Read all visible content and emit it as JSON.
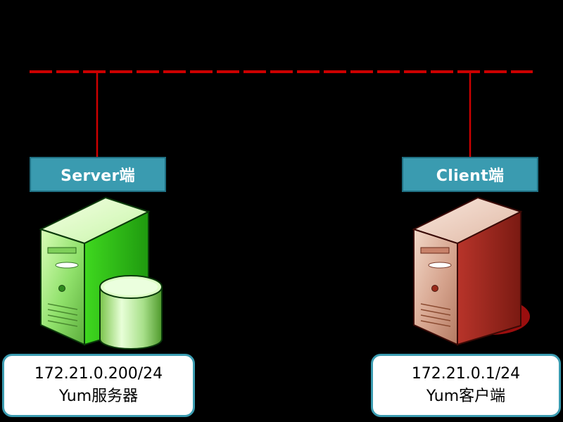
{
  "server": {
    "role_label": "Server端",
    "ip": "172.21.0.200/24",
    "service": "Yum服务器",
    "color": "#44dd44"
  },
  "client": {
    "role_label": "Client端",
    "ip": "172.21.0.1/24",
    "service": "Yum客户端",
    "color": "#a83a30"
  },
  "network": {
    "line_color": "#cc0000"
  }
}
